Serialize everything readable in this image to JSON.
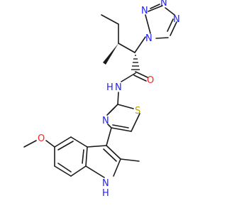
{
  "atoms": [
    {
      "id": "n_tet1",
      "text": "N",
      "color": "#2020ff"
    },
    {
      "id": "n_tet2",
      "text": "N",
      "color": "#2020ff"
    },
    {
      "id": "n_tet3",
      "text": "N",
      "color": "#2020ff"
    },
    {
      "id": "n_tet4",
      "text": "N",
      "color": "#2020ff"
    },
    {
      "id": "o_amide",
      "text": "O",
      "color": "#ff2020"
    },
    {
      "id": "n_amide",
      "text": "N",
      "color": "#2020ff"
    },
    {
      "id": "h_amide",
      "text": "H",
      "color": "#2020ff"
    },
    {
      "id": "s_thiazole",
      "text": "S",
      "color": "#b8a400"
    },
    {
      "id": "n_thiazole",
      "text": "N",
      "color": "#2020ff"
    },
    {
      "id": "o_methoxy",
      "text": "O",
      "color": "#ff2020"
    },
    {
      "id": "n_indole",
      "text": "N",
      "color": "#2020ff"
    },
    {
      "id": "h_indole",
      "text": "H",
      "color": "#2020ff"
    }
  ]
}
